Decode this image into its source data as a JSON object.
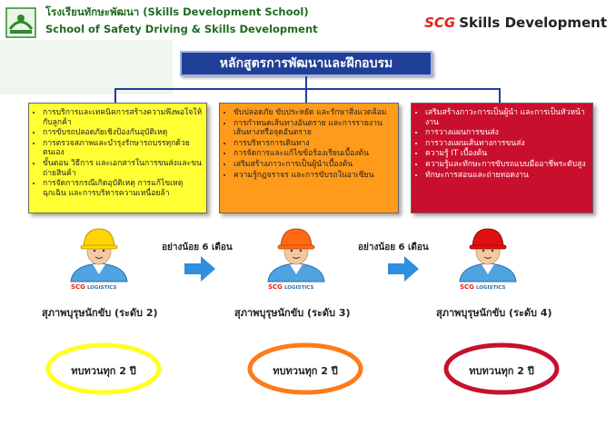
{
  "header": {
    "school_name_th": "โรงเรียนทักษะพัฒนา (Skills Development School)",
    "school_name_en": "School of Safety Driving & Skills Development",
    "brand_scg": "SCG",
    "brand_rest": "Skills Development",
    "logo_icon": "school-logo-icon"
  },
  "title": "หลักสูตรการพัฒนาและฝึกอบรม",
  "columns": [
    {
      "color": "#ffff33",
      "items": [
        "การบริการและเทคนิคการสร้างความพึงพอใจให้กับลูกค้า",
        "การขับรถปลอดภัยเชิงป้องกันอุบัติเหตุ",
        "การตรวจสภาพและบำรุงรักษารถบรรทุกด้วยตนเอง",
        "ขั้นตอน วิธีการ และเอกสารในการขนส่งและขนถ่ายสินค้า",
        "การจัดการกรณีเกิดอุบัติเหตุ การแก้ไขเหตุฉุกเฉิน และการบริหารความเหนื่อยล้า"
      ]
    },
    {
      "color": "#ff9a1a",
      "items": [
        "ขับปลอดภัย ขับประหยัด และรักษาสิ่งแวดล้อม",
        "การกำหนดเส้นทางอันตราย และการรายงานเส้นทางหรือจุดอันตราย",
        "การบริหารการเดินทาง",
        "การจัดการและแก้ไขข้อร้องเรียนเบื้องต้น",
        "เสริมสร้างภาวะการเป็นผู้นำเบื้องต้น",
        "ความรู้กฎจราจร และการขับรถในอาเซียน"
      ]
    },
    {
      "color": "#c8102e",
      "items": [
        "เสริมสร้างภาวะการเป็นผู้นำ และการเป็นหัวหน้างาน",
        "การวางแผนการขนส่ง",
        "การวางแผนเส้นทางการขนส่ง",
        "ความรู้ IT เบื้องต้น",
        "ความรู้และทักษะการขับรถแบบมืออาชีพระดับสูง",
        "ทักษะการสอนและถ่ายทอดงาน"
      ]
    }
  ],
  "levels": [
    {
      "caption": "สุภาพบุรุษนักขับ (ระดับ 2)",
      "helmet_color": "#ffd400",
      "review": "ทบทวนทุก 2 ปี",
      "ring_color": "#ffff22"
    },
    {
      "caption": "สุภาพบุรุษนักขับ (ระดับ 3)",
      "helmet_color": "#ff6a13",
      "review": "ทบทวนทุก 2 ปี",
      "ring_color": "#ff7a1a"
    },
    {
      "caption": "สุภาพบุรุษนักขับ (ระดับ 4)",
      "helmet_color": "#e01010",
      "review": "ทบทวนทุก 2 ปี",
      "ring_color": "#c8102e"
    }
  ],
  "arrows": [
    {
      "label": "อย่างน้อย  6  เดือน"
    },
    {
      "label": "อย่างน้อย 6 เดือน"
    }
  ],
  "logistics_logo": {
    "scg": "SCG",
    "rest": "LOGISTICS"
  },
  "colors": {
    "title_bg": "#1f3f99",
    "arrow": "#2f8fe0"
  }
}
